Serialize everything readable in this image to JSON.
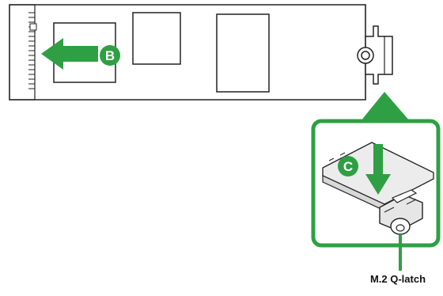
{
  "diagram": {
    "steps": [
      {
        "letter": "B",
        "action": "slide-arrow-left"
      },
      {
        "letter": "C",
        "action": "push-arrow-down"
      }
    ],
    "callout_label": "M.2 Q-latch",
    "colors": {
      "accent_green": "#2ea043",
      "outline": "#222222",
      "panel_fill": "#ececec"
    },
    "icons": [
      "left-arrow-icon",
      "down-arrow-icon",
      "standoff-icon"
    ]
  }
}
